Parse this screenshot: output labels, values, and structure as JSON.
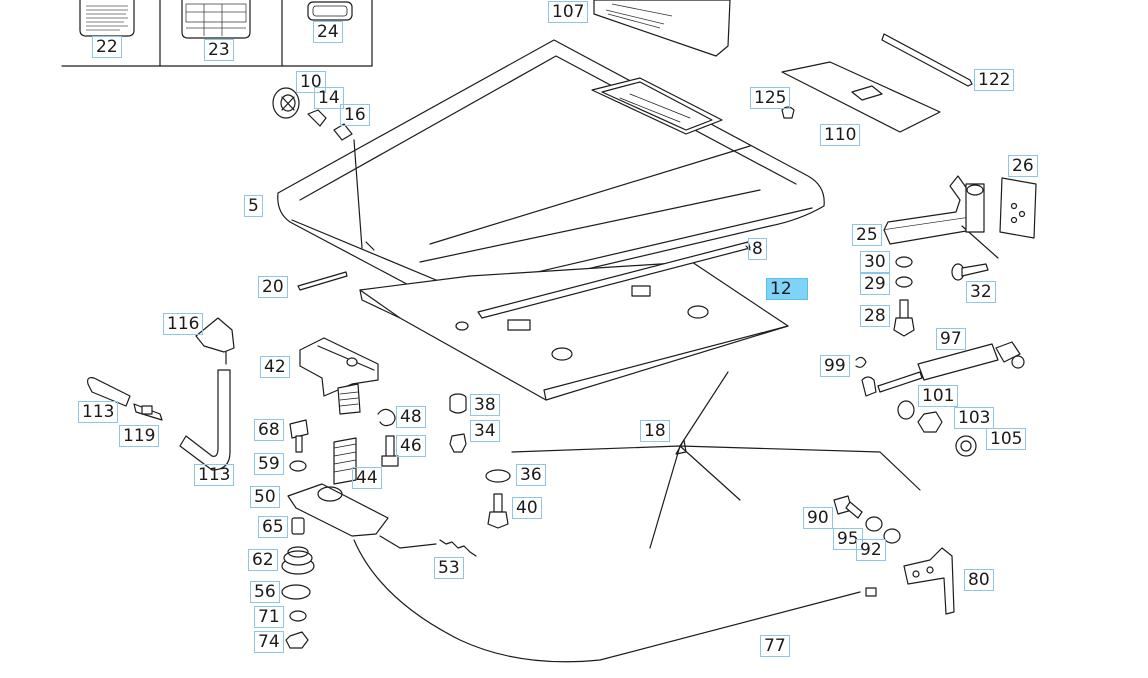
{
  "title": "Hood / bonnet parts diagram",
  "highlight_color": "#7fd3f7",
  "callout_border_color": "#8fc6e8",
  "selected_callout": "12",
  "callouts": {
    "c5": "5",
    "c8": "8",
    "c10": "10",
    "c12": "12",
    "c14": "14",
    "c16": "16",
    "c18": "18",
    "c20": "20",
    "c22": "22",
    "c23": "23",
    "c24": "24",
    "c25": "25",
    "c26": "26",
    "c28": "28",
    "c29": "29",
    "c30": "30",
    "c32": "32",
    "c34": "34",
    "c36": "36",
    "c38": "38",
    "c40": "40",
    "c42": "42",
    "c44": "44",
    "c46": "46",
    "c48": "48",
    "c50": "50",
    "c53": "53",
    "c56": "56",
    "c59": "59",
    "c62": "62",
    "c65": "65",
    "c68": "68",
    "c71": "71",
    "c74": "74",
    "c77": "77",
    "c80": "80",
    "c90": "90",
    "c92": "92",
    "c95": "95",
    "c97": "97",
    "c99": "99",
    "c101": "101",
    "c103": "103",
    "c105": "105",
    "c107": "107",
    "c110": "110",
    "c113a": "113",
    "c113b": "113",
    "c116": "116",
    "c119": "119",
    "c122": "122",
    "c125": "125"
  }
}
